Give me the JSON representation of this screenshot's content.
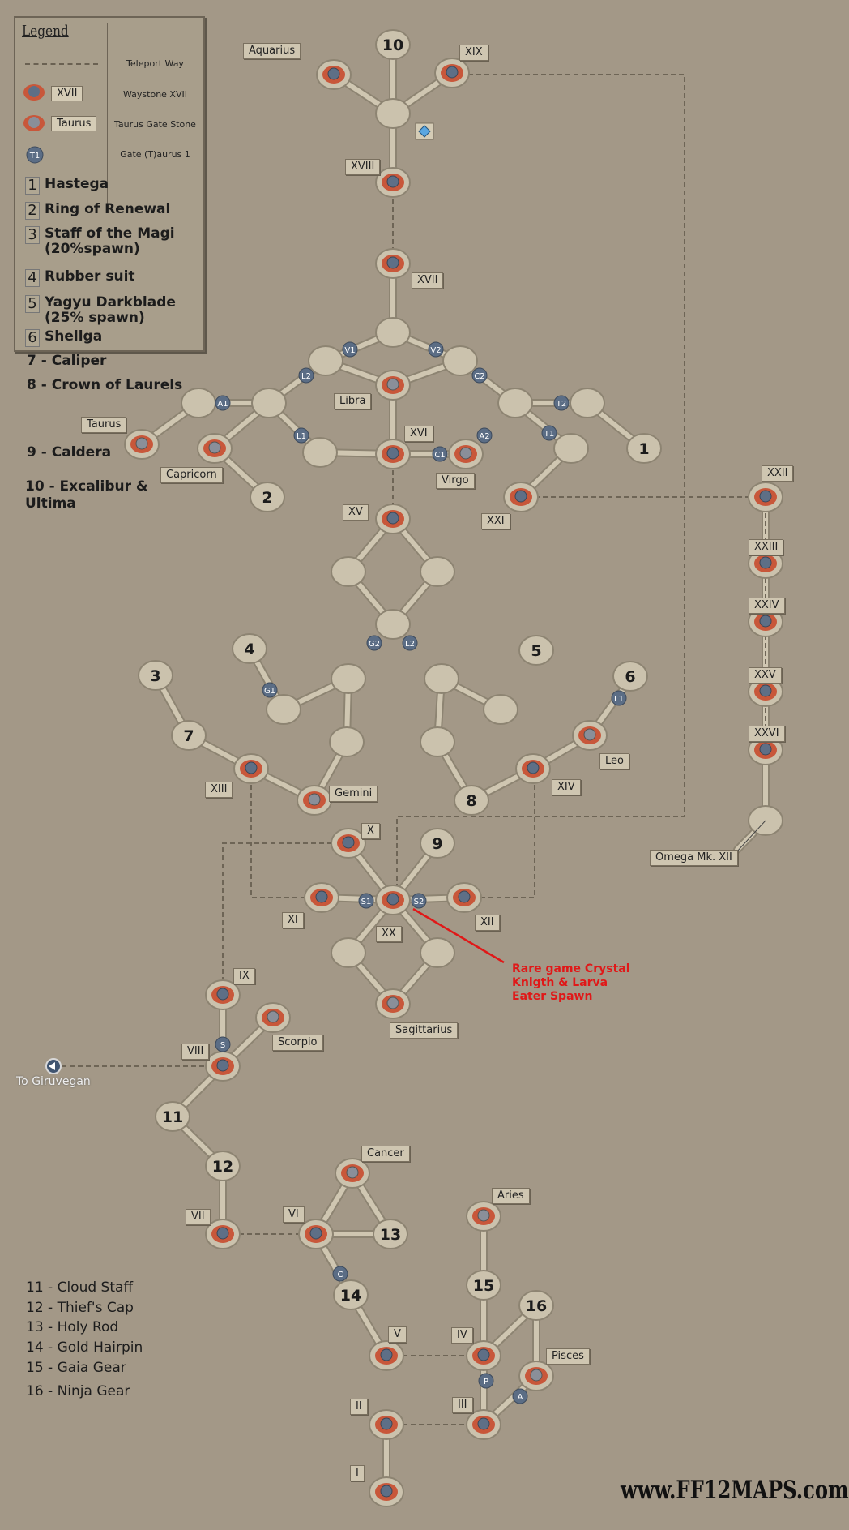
{
  "legend": {
    "title": "Legend",
    "rows": [
      {
        "badge": "",
        "desc": "Teleport Way"
      },
      {
        "badge": "XVII",
        "desc": "Waystone XVII"
      },
      {
        "badge": "Taurus",
        "desc": "Taurus Gate Stone"
      },
      {
        "badge": "T1",
        "desc": "Gate (T)aurus 1"
      }
    ],
    "items": [
      {
        "n": "1",
        "name": "Hastega"
      },
      {
        "n": "2",
        "name": "Ring of Renewal"
      },
      {
        "n": "3",
        "name": "Staff of the Magi (20%spawn)"
      },
      {
        "n": "4",
        "name": "Rubber suit"
      },
      {
        "n": "5",
        "name": "Yagyu Darkblade (25% spawn)"
      },
      {
        "n": "6",
        "name": "Shellga"
      }
    ]
  },
  "side_notes": [
    "7 - Caliper",
    "8 - Crown of Laurels",
    "9 - Caldera",
    "10 - Excalibur & Ultima"
  ],
  "bottom_notes": [
    "11 - Cloud Staff",
    "12 - Thief's Cap",
    "13 - Holy Rod",
    "14 - Gold Hairpin",
    "15 - Gaia Gear",
    "16 - Ninja Gear"
  ],
  "labels": {
    "aquarius": "Aquarius",
    "xix": "XIX",
    "xviii": "XVIII",
    "xvii": "XVII",
    "libra": "Libra",
    "xvi": "XVI",
    "taurus": "Taurus",
    "capricorn": "Capricorn",
    "virgo": "Virgo",
    "xxi": "XXI",
    "xxii": "XXII",
    "xxiii": "XXIII",
    "xxiv": "XXIV",
    "xxv": "XXV",
    "xxvi": "XXVI",
    "omega": "Omega Mk. XII",
    "xv": "XV",
    "xiii": "XIII",
    "gemini": "Gemini",
    "leo": "Leo",
    "xiv": "XIV",
    "x": "X",
    "xi": "XI",
    "xii": "XII",
    "xx": "XX",
    "ix": "IX",
    "sagittarius": "Sagittarius",
    "scorpio": "Scorpio",
    "viii": "VIII",
    "cancer": "Cancer",
    "vii": "VII",
    "vi": "VI",
    "aries": "Aries",
    "v": "V",
    "iv": "IV",
    "iii": "III",
    "pisces": "Pisces",
    "ii": "II",
    "i": "I"
  },
  "gates": [
    "V1",
    "V2",
    "L2",
    "C2",
    "A1",
    "T2",
    "L1",
    "A2",
    "T1",
    "C1",
    "G2",
    "L2",
    "G1",
    "L1",
    "S1",
    "S2",
    "S",
    "C",
    "P",
    "A"
  ],
  "numbers": [
    "10",
    "1",
    "2",
    "4",
    "5",
    "3",
    "6",
    "7",
    "8",
    "9",
    "11",
    "12",
    "13",
    "14",
    "15",
    "16"
  ],
  "rare_note": "Rare game Crystal Knigth & Larva Eater Spawn",
  "to_giruvegan": "To Giruvegan",
  "site": "www.FF12MAPS.com",
  "colors": {
    "background": "#a39887",
    "path": "#cfc6b1",
    "gate": "#5b6d85",
    "rare_note": "#e01818"
  }
}
